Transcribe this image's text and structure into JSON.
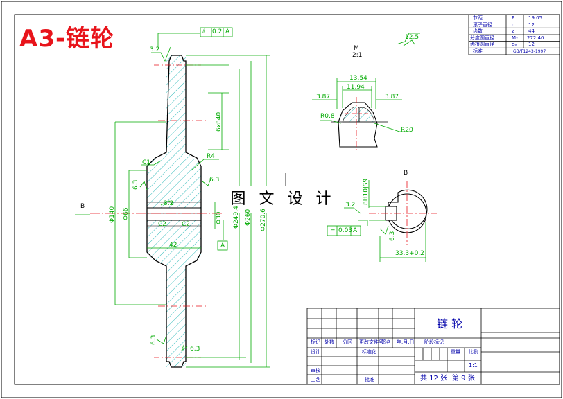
{
  "title": "A3-链轮",
  "watermark": "图 文 设 计",
  "colors": {
    "frame": "#000000",
    "dimension": "#00aa00",
    "outline": "#0000ff",
    "hatch": "#00aaaa",
    "center": "#e8141b",
    "title_red": "#e8141b"
  },
  "main_view": {
    "flatness_frame": {
      "symbol": "⫽",
      "value": "0.2",
      "datum": "A"
    },
    "roughness_top": "3.2",
    "dim_6x840": "6x840",
    "dim_c1": "C1",
    "dim_r4": "R4",
    "dim_diam140": "Φ140",
    "dim_diam66": "Φ66",
    "dim_63_left": "6.3",
    "dim_63_right": "6.3",
    "dim_32_center": "3.2",
    "dim_c2_left": "C2",
    "dim_c2_right": "C2",
    "dim_bore": "Φ30",
    "dim_length": "42",
    "dim_d1": "Φ249.4",
    "dim_d2": "Φ260",
    "dim_d3": "Φ270.6",
    "datum_a": "A",
    "section_b": "B",
    "rough_bottom_left": "6.3",
    "rough_bottom_right": "6.3"
  },
  "tooth_view": {
    "label_m": "M",
    "label_scale": "2:1",
    "dim_1354": "13.54",
    "dim_1194": "11.94",
    "dim_387_left": "3.87",
    "dim_387_right": "3.87",
    "dim_r08": "R0.8",
    "dim_r20": "R20",
    "rough_symbol": "12.5"
  },
  "section_view": {
    "label_b": "B",
    "dim_keyway_width": "8H10JS9",
    "rough_32": "3.2",
    "tol_symbol": "=",
    "tol_value": "0.03",
    "tol_datum": "A",
    "rough_63": "6.3",
    "dim_333": "33.3+0.2"
  },
  "param_table": [
    {
      "name": "节距",
      "symbol": "P",
      "value": "19.05"
    },
    {
      "name": "滚子直径",
      "symbol": "d",
      "value": "12"
    },
    {
      "name": "齿数",
      "symbol": "z",
      "value": "44"
    },
    {
      "name": "分度圆直径",
      "symbol": "Mₓ",
      "value": "272.40"
    },
    {
      "name": "齿根圆直径",
      "symbol": "dₑ",
      "value": "12"
    },
    {
      "name": "标准",
      "symbol": "",
      "value": "GB/T1243-1997"
    }
  ],
  "title_block": {
    "part_name": "链  轮",
    "labels_row1": [
      "标记",
      "处数",
      "分区",
      "更改文件号",
      "签名",
      "年.月.日"
    ],
    "labels_row2": [
      "设计",
      "",
      "",
      "标准化",
      "",
      ""
    ],
    "labels_row3": [
      "审核"
    ],
    "labels_row4": [
      "工艺",
      "",
      "",
      "批准"
    ],
    "stage_label": "阶段标记",
    "weight_label": "重量",
    "scale_label": "比例",
    "scale_value": "1:1",
    "sheet_total": "共 12 张",
    "sheet_no": "第 9 张"
  }
}
